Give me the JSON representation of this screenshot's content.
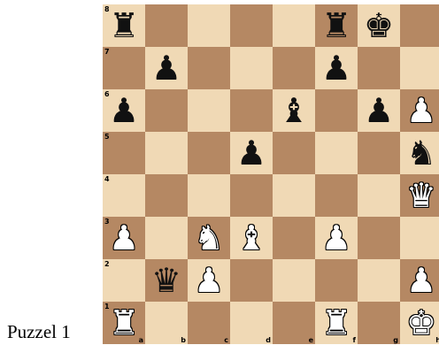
{
  "caption": "Puzzel 1",
  "board": {
    "light_color": "#f0d9b5",
    "dark_color": "#b58863",
    "rank_labels": [
      "8",
      "7",
      "6",
      "5",
      "4",
      "3",
      "2",
      "1"
    ],
    "file_labels": [
      "a",
      "b",
      "c",
      "d",
      "e",
      "f",
      "g",
      "h"
    ],
    "pieces": [
      {
        "square": "a8",
        "piece": "rook",
        "color": "black",
        "glyph": "♜"
      },
      {
        "square": "f8",
        "piece": "rook",
        "color": "black",
        "glyph": "♜"
      },
      {
        "square": "g8",
        "piece": "king",
        "color": "black",
        "glyph": "♚"
      },
      {
        "square": "b7",
        "piece": "pawn",
        "color": "black",
        "glyph": "♟"
      },
      {
        "square": "f7",
        "piece": "pawn",
        "color": "black",
        "glyph": "♟"
      },
      {
        "square": "a6",
        "piece": "pawn",
        "color": "black",
        "glyph": "♟"
      },
      {
        "square": "e6",
        "piece": "bishop",
        "color": "black",
        "glyph": "♝"
      },
      {
        "square": "g6",
        "piece": "pawn",
        "color": "black",
        "glyph": "♟"
      },
      {
        "square": "h6",
        "piece": "pawn",
        "color": "white",
        "glyph": "♟"
      },
      {
        "square": "d5",
        "piece": "pawn",
        "color": "black",
        "glyph": "♟"
      },
      {
        "square": "h5",
        "piece": "knight",
        "color": "black",
        "glyph": "♞"
      },
      {
        "square": "h4",
        "piece": "queen",
        "color": "white",
        "glyph": "♛"
      },
      {
        "square": "a3",
        "piece": "pawn",
        "color": "white",
        "glyph": "♟"
      },
      {
        "square": "c3",
        "piece": "knight",
        "color": "white",
        "glyph": "♞"
      },
      {
        "square": "d3",
        "piece": "bishop",
        "color": "white",
        "glyph": "♝"
      },
      {
        "square": "f3",
        "piece": "pawn",
        "color": "white",
        "glyph": "♟"
      },
      {
        "square": "b2",
        "piece": "queen",
        "color": "black",
        "glyph": "♛"
      },
      {
        "square": "c2",
        "piece": "pawn",
        "color": "white",
        "glyph": "♟"
      },
      {
        "square": "h2",
        "piece": "pawn",
        "color": "white",
        "glyph": "♟"
      },
      {
        "square": "a1",
        "piece": "rook",
        "color": "white",
        "glyph": "♜"
      },
      {
        "square": "f1",
        "piece": "rook",
        "color": "white",
        "glyph": "♜"
      },
      {
        "square": "h1",
        "piece": "king",
        "color": "white",
        "glyph": "♚"
      }
    ]
  }
}
